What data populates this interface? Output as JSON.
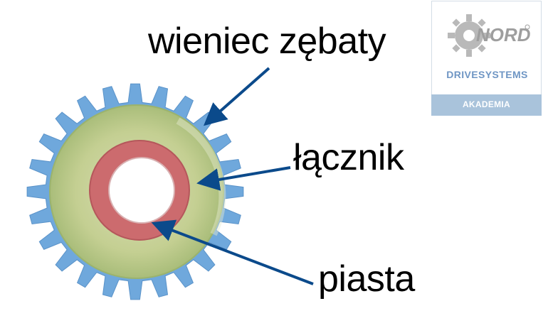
{
  "labels": {
    "rim": "wieniec zębaty",
    "web": "łącznik",
    "hub": "piasta"
  },
  "logo": {
    "brand": "NORD",
    "subtitle": "DRIVESYSTEMS",
    "tagline": "AKADEMIA"
  },
  "colors": {
    "teeth": "#6fa8dc",
    "rim": "#c9d49a",
    "web": "#cc6b6e",
    "arrow": "#0b4a8b",
    "logo_bar": "#a9c3db"
  }
}
